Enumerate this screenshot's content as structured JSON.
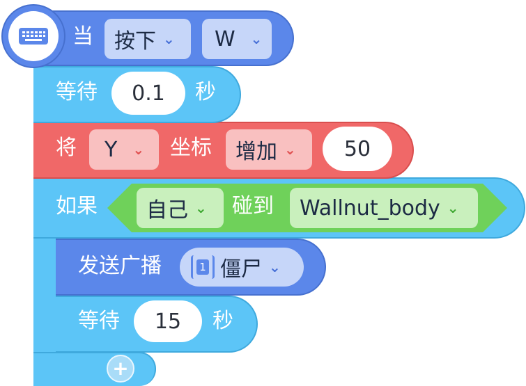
{
  "hat_block": {
    "icon": "keyboard-icon",
    "label_when": "当",
    "event_dropdown": "按下",
    "key_dropdown": "W",
    "color": "#5b87ea"
  },
  "wait_block_1": {
    "label": "等待",
    "value": "0.1",
    "unit": "秒",
    "color": "#5cc5f7"
  },
  "change_y_block": {
    "label_set": "将",
    "axis_dropdown": "Y",
    "label_coord": "坐标",
    "op_dropdown": "增加",
    "value": "50",
    "color": "#f06868"
  },
  "if_block": {
    "label_if": "如果",
    "color": "#5cc5f7",
    "condition": {
      "sprite_dropdown": "自己",
      "label_touch": "碰到",
      "target_dropdown": "Wallnut_body",
      "color": "#6fd15a"
    }
  },
  "broadcast_block": {
    "label": "发送广播",
    "badge_number": "1",
    "message_dropdown": "僵尸",
    "color": "#5b87ea"
  },
  "wait_block_2": {
    "label": "等待",
    "value": "15",
    "unit": "秒"
  },
  "add_button": {
    "icon": "plus-icon",
    "symbol": "+"
  }
}
